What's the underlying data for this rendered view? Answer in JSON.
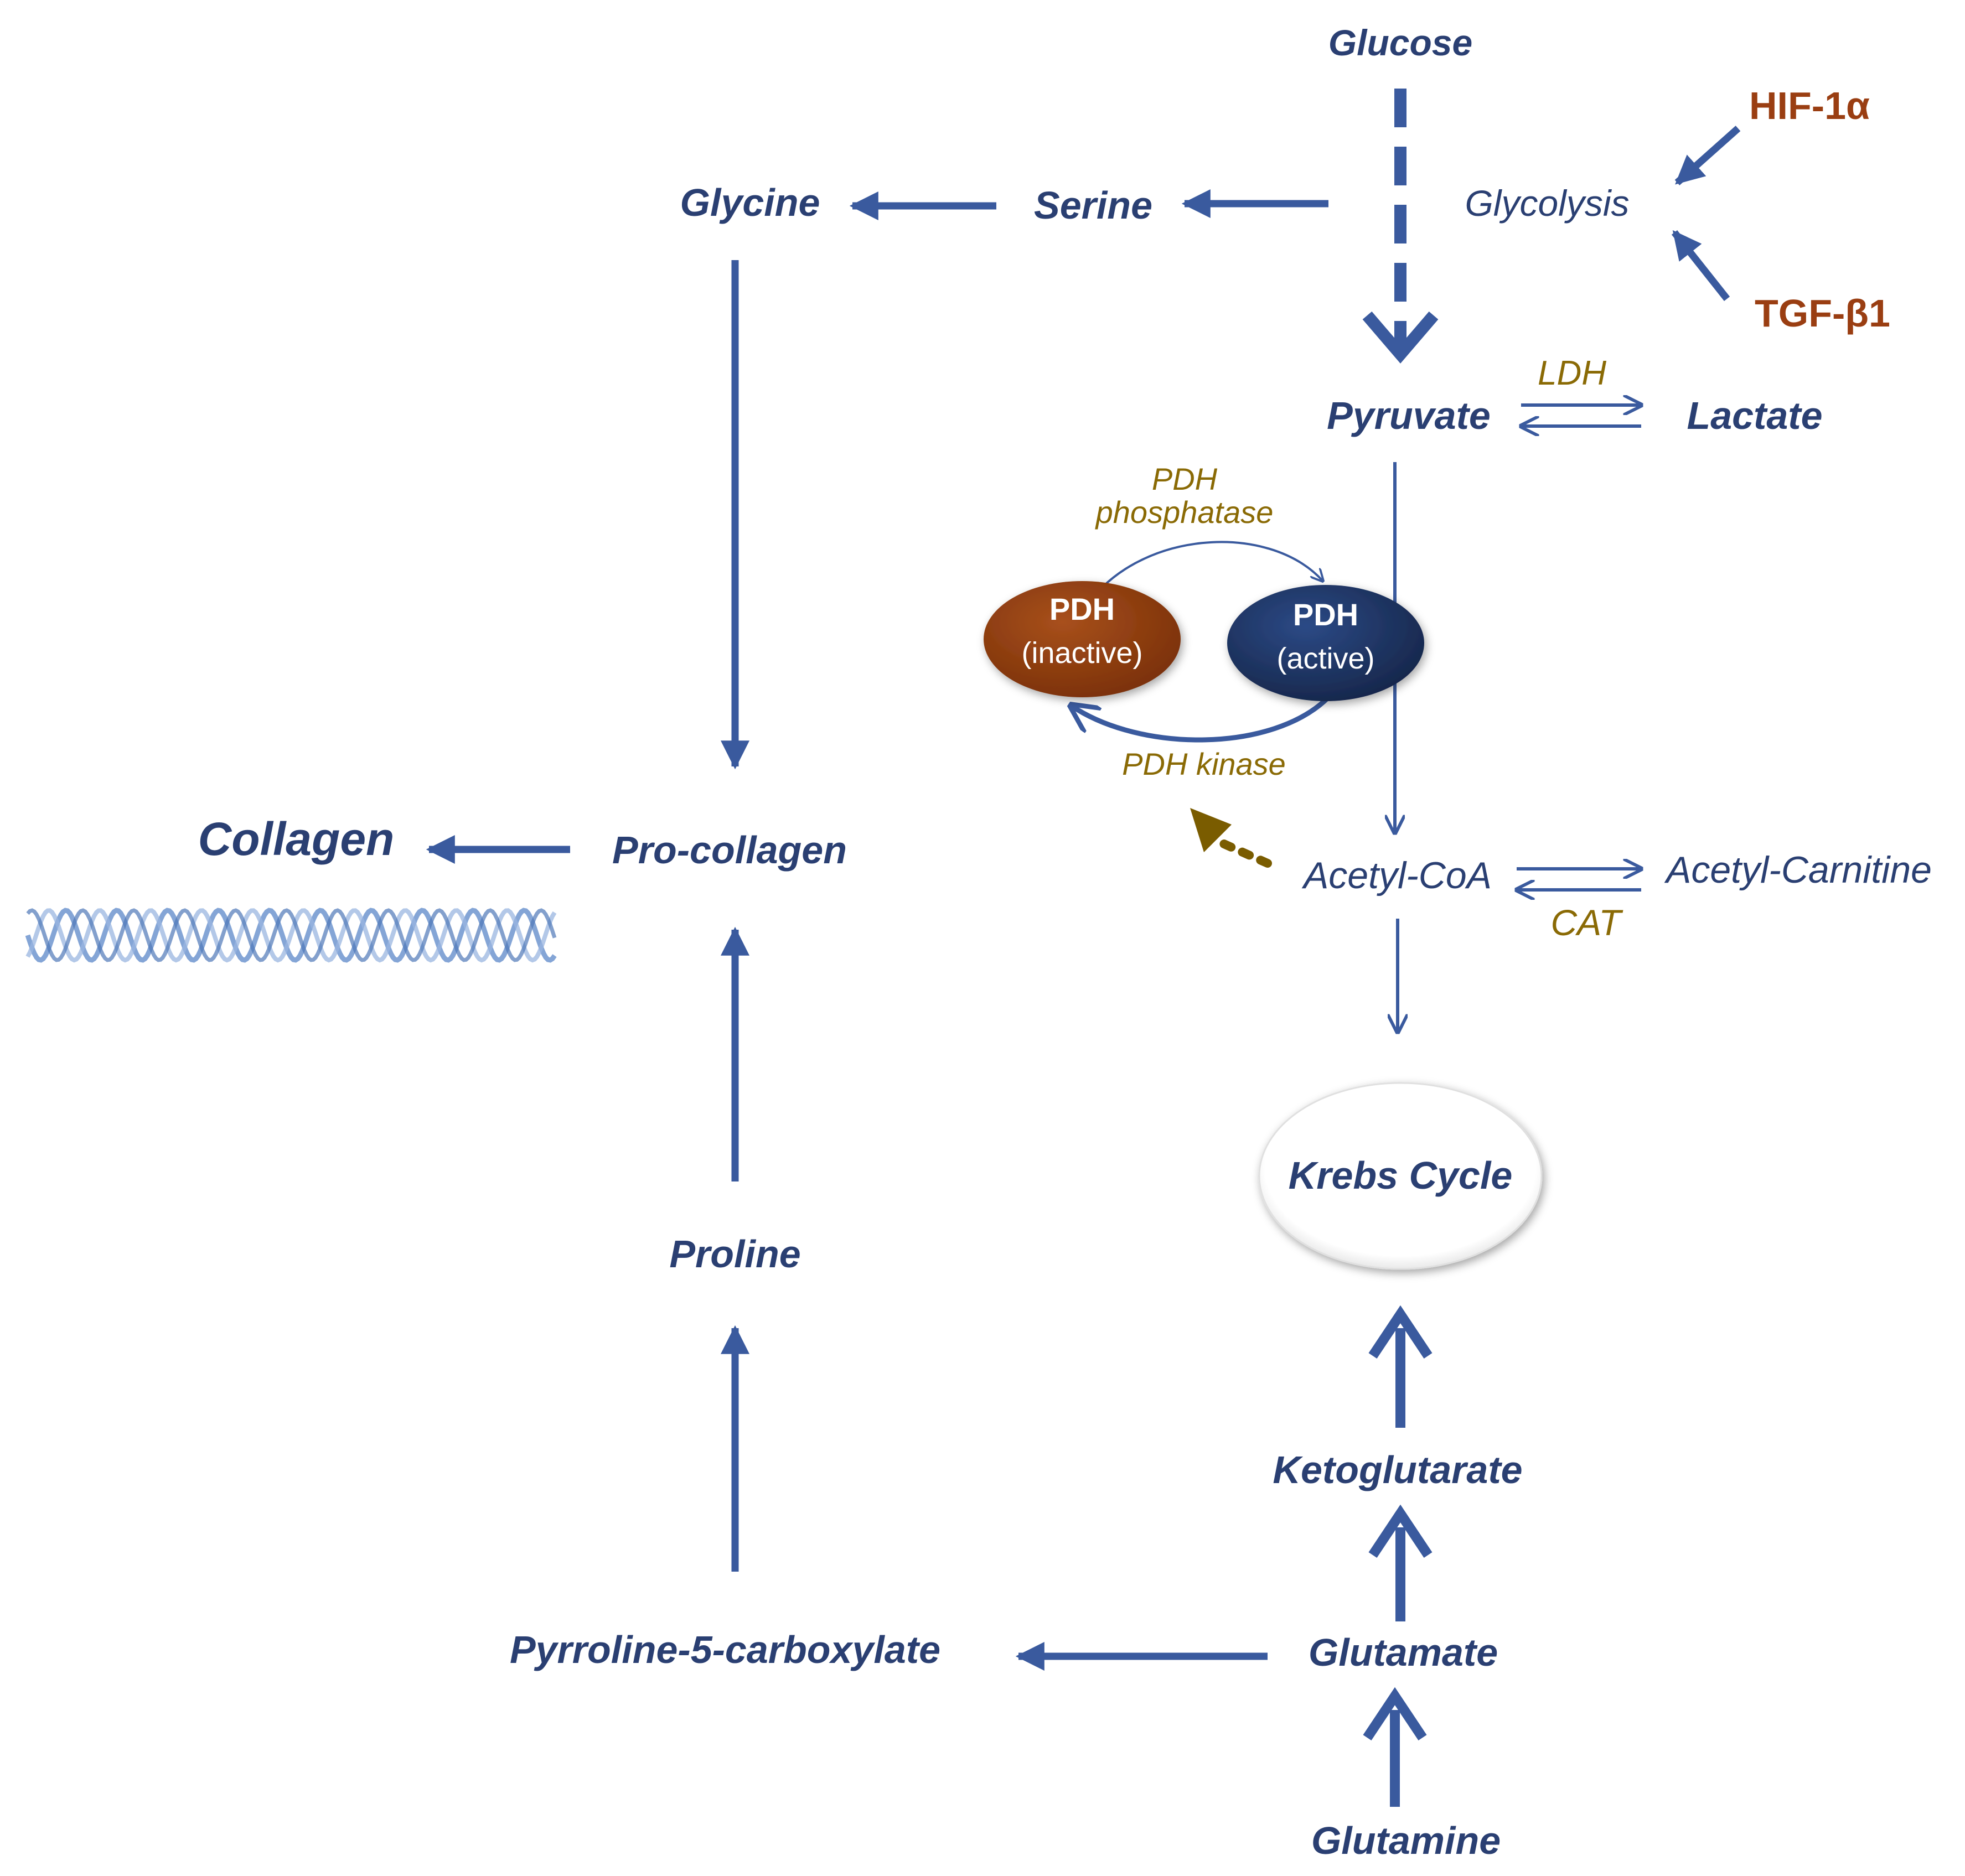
{
  "nodes": {
    "glucose": "Glucose",
    "glycolysis": "Glycolysis",
    "hif": "HIF-1α",
    "tgf": "TGF-β1",
    "serine": "Serine",
    "glycine": "Glycine",
    "pyruvate": "Pyruvate",
    "lactate": "Lactate",
    "ldh": "LDH",
    "pdh_phosphatase_line1": "PDH",
    "pdh_phosphatase_line2": "phosphatase",
    "pdh_inactive_line1": "PDH",
    "pdh_inactive_line2": "(inactive)",
    "pdh_active_line1": "PDH",
    "pdh_active_line2": "(active)",
    "pdh_kinase": "PDH kinase",
    "acetyl_coa": "Acetyl-CoA",
    "acetyl_carnitine": "Acetyl-Carnitine",
    "cat": "CAT",
    "krebs_cycle": "Krebs Cycle",
    "collagen": "Collagen",
    "pro_collagen": "Pro-collagen",
    "proline": "Proline",
    "p5c": "Pyrroline-5-carboxylate",
    "glutamate": "Glutamate",
    "ketoglutarate": "Ketoglutarate",
    "glutamine": "Glutamine"
  },
  "colors": {
    "metabolite": "#2a3f72",
    "arrow": "#3a5a9e",
    "regulator": "#9a3e12",
    "enzyme": "#8a6a05",
    "pdh_inactive": "#8b3a10",
    "pdh_active": "#1f3461"
  }
}
